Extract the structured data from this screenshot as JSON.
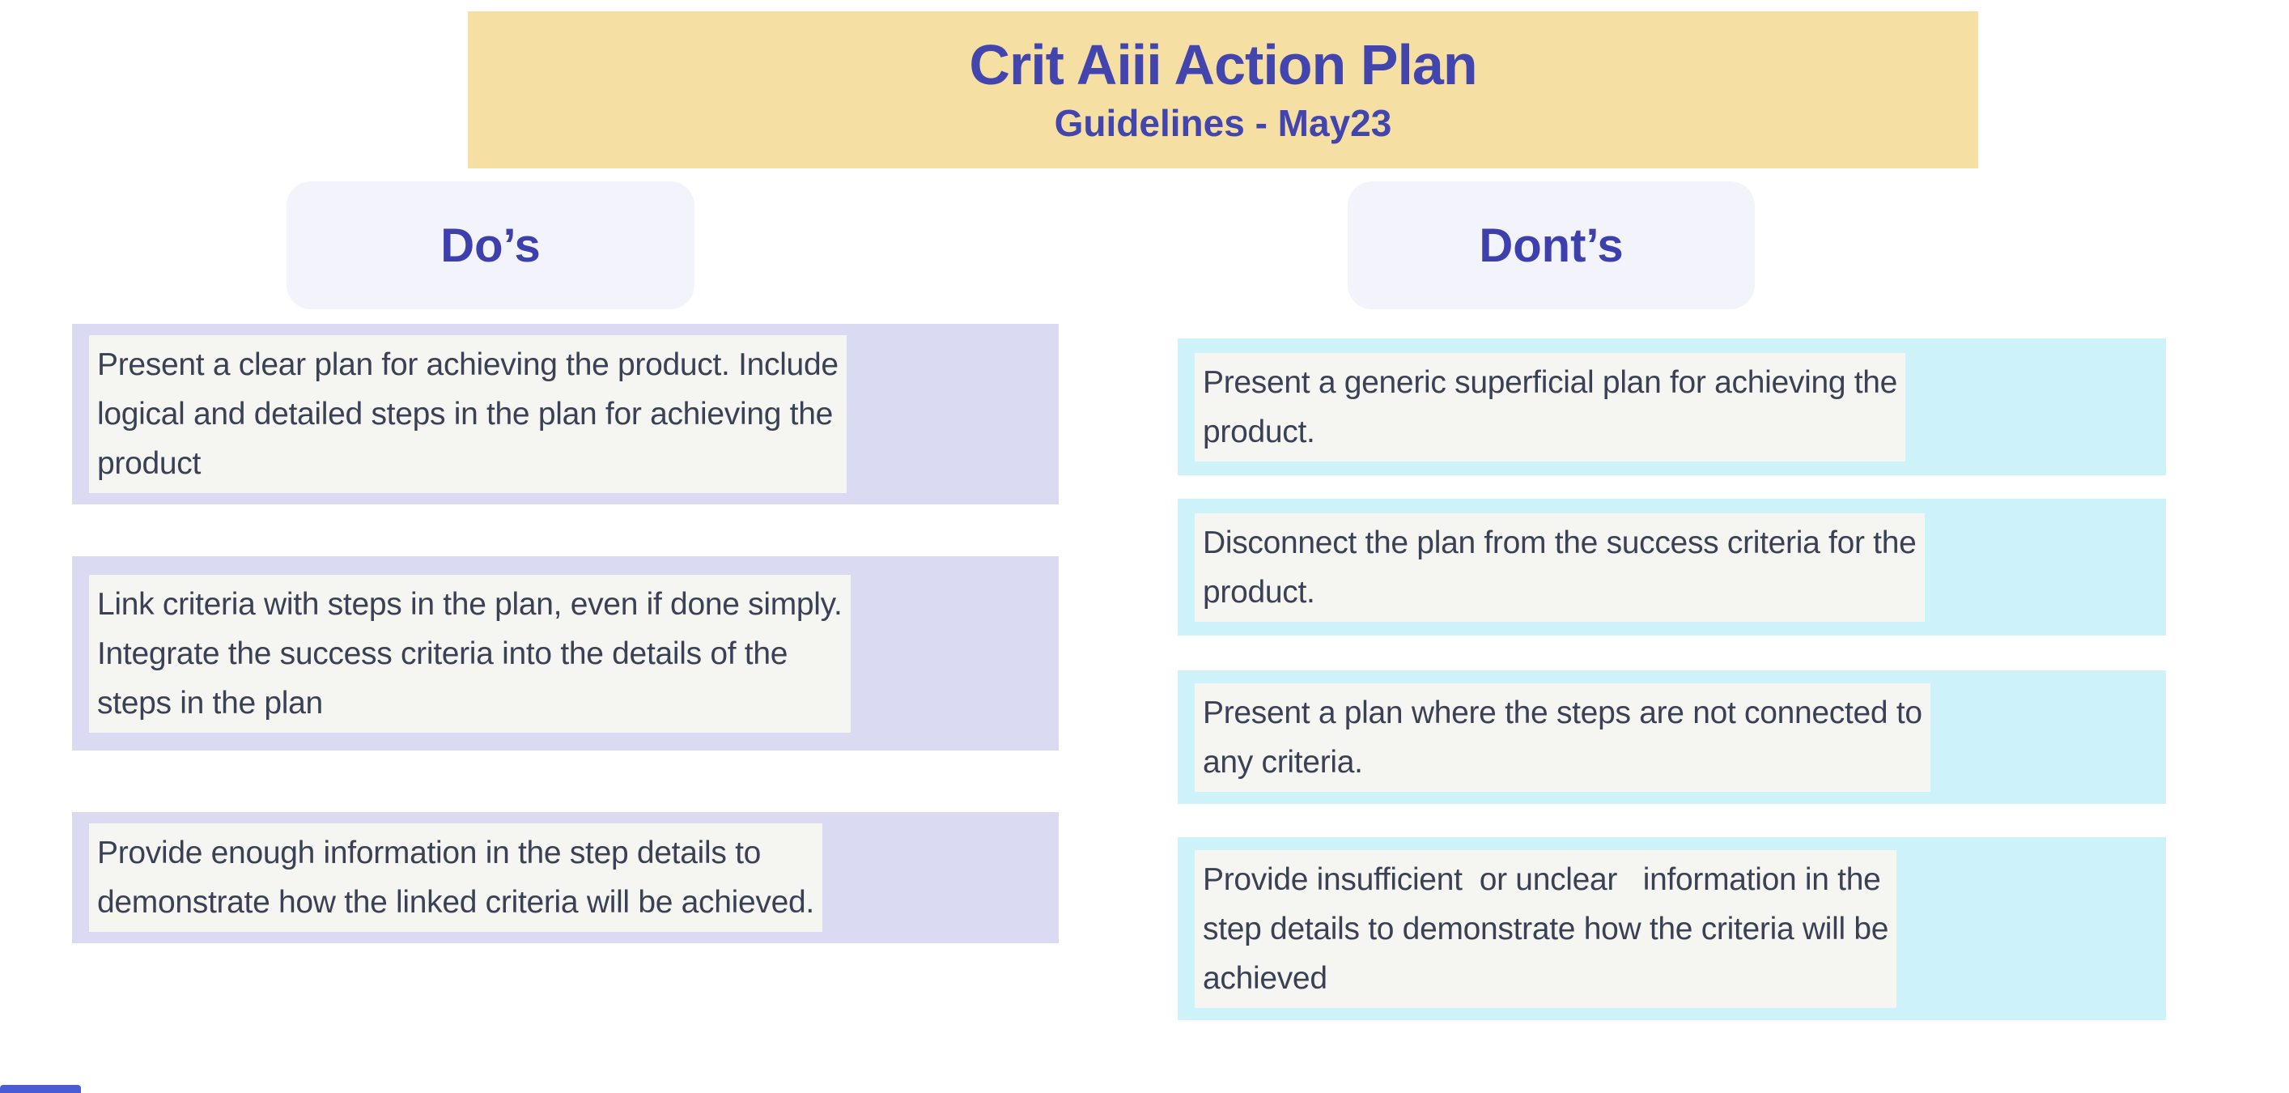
{
  "banner": {
    "title": "Crit Aiii Action Plan",
    "subtitle": "Guidelines - May23"
  },
  "columns": {
    "dos": {
      "header": "Do’s",
      "items": [
        "Present a clear plan for achieving the product. Include\nlogical and detailed steps in the plan for achieving the\nproduct",
        "Link criteria with steps in the plan, even if done simply.\nIntegrate the success criteria into the details of the\nsteps in the plan",
        "Provide enough information in the step details to\ndemonstrate how the linked criteria will be achieved."
      ]
    },
    "donts": {
      "header": "Dont’s",
      "items": [
        "Present a generic superficial plan for achieving the\nproduct.",
        "Disconnect the plan from the success criteria for the\nproduct.",
        "Present a plan where the steps are not connected to\nany criteria.",
        "Provide insufficient  or unclear   information in the\nstep details to demonstrate how the criteria will be\nachieved"
      ]
    }
  },
  "colors": {
    "banner_bg": "#F5DFA3",
    "heading_text": "#4345AF",
    "header_chip_bg": "#F3F3FB",
    "dos_card_bg": "#DADAF3",
    "donts_card_bg": "#CDF2F9",
    "text_highlight_bg": "#F5F5F2",
    "body_text": "#3A4154",
    "bottom_artifact_blue": "#4A5CD5"
  }
}
